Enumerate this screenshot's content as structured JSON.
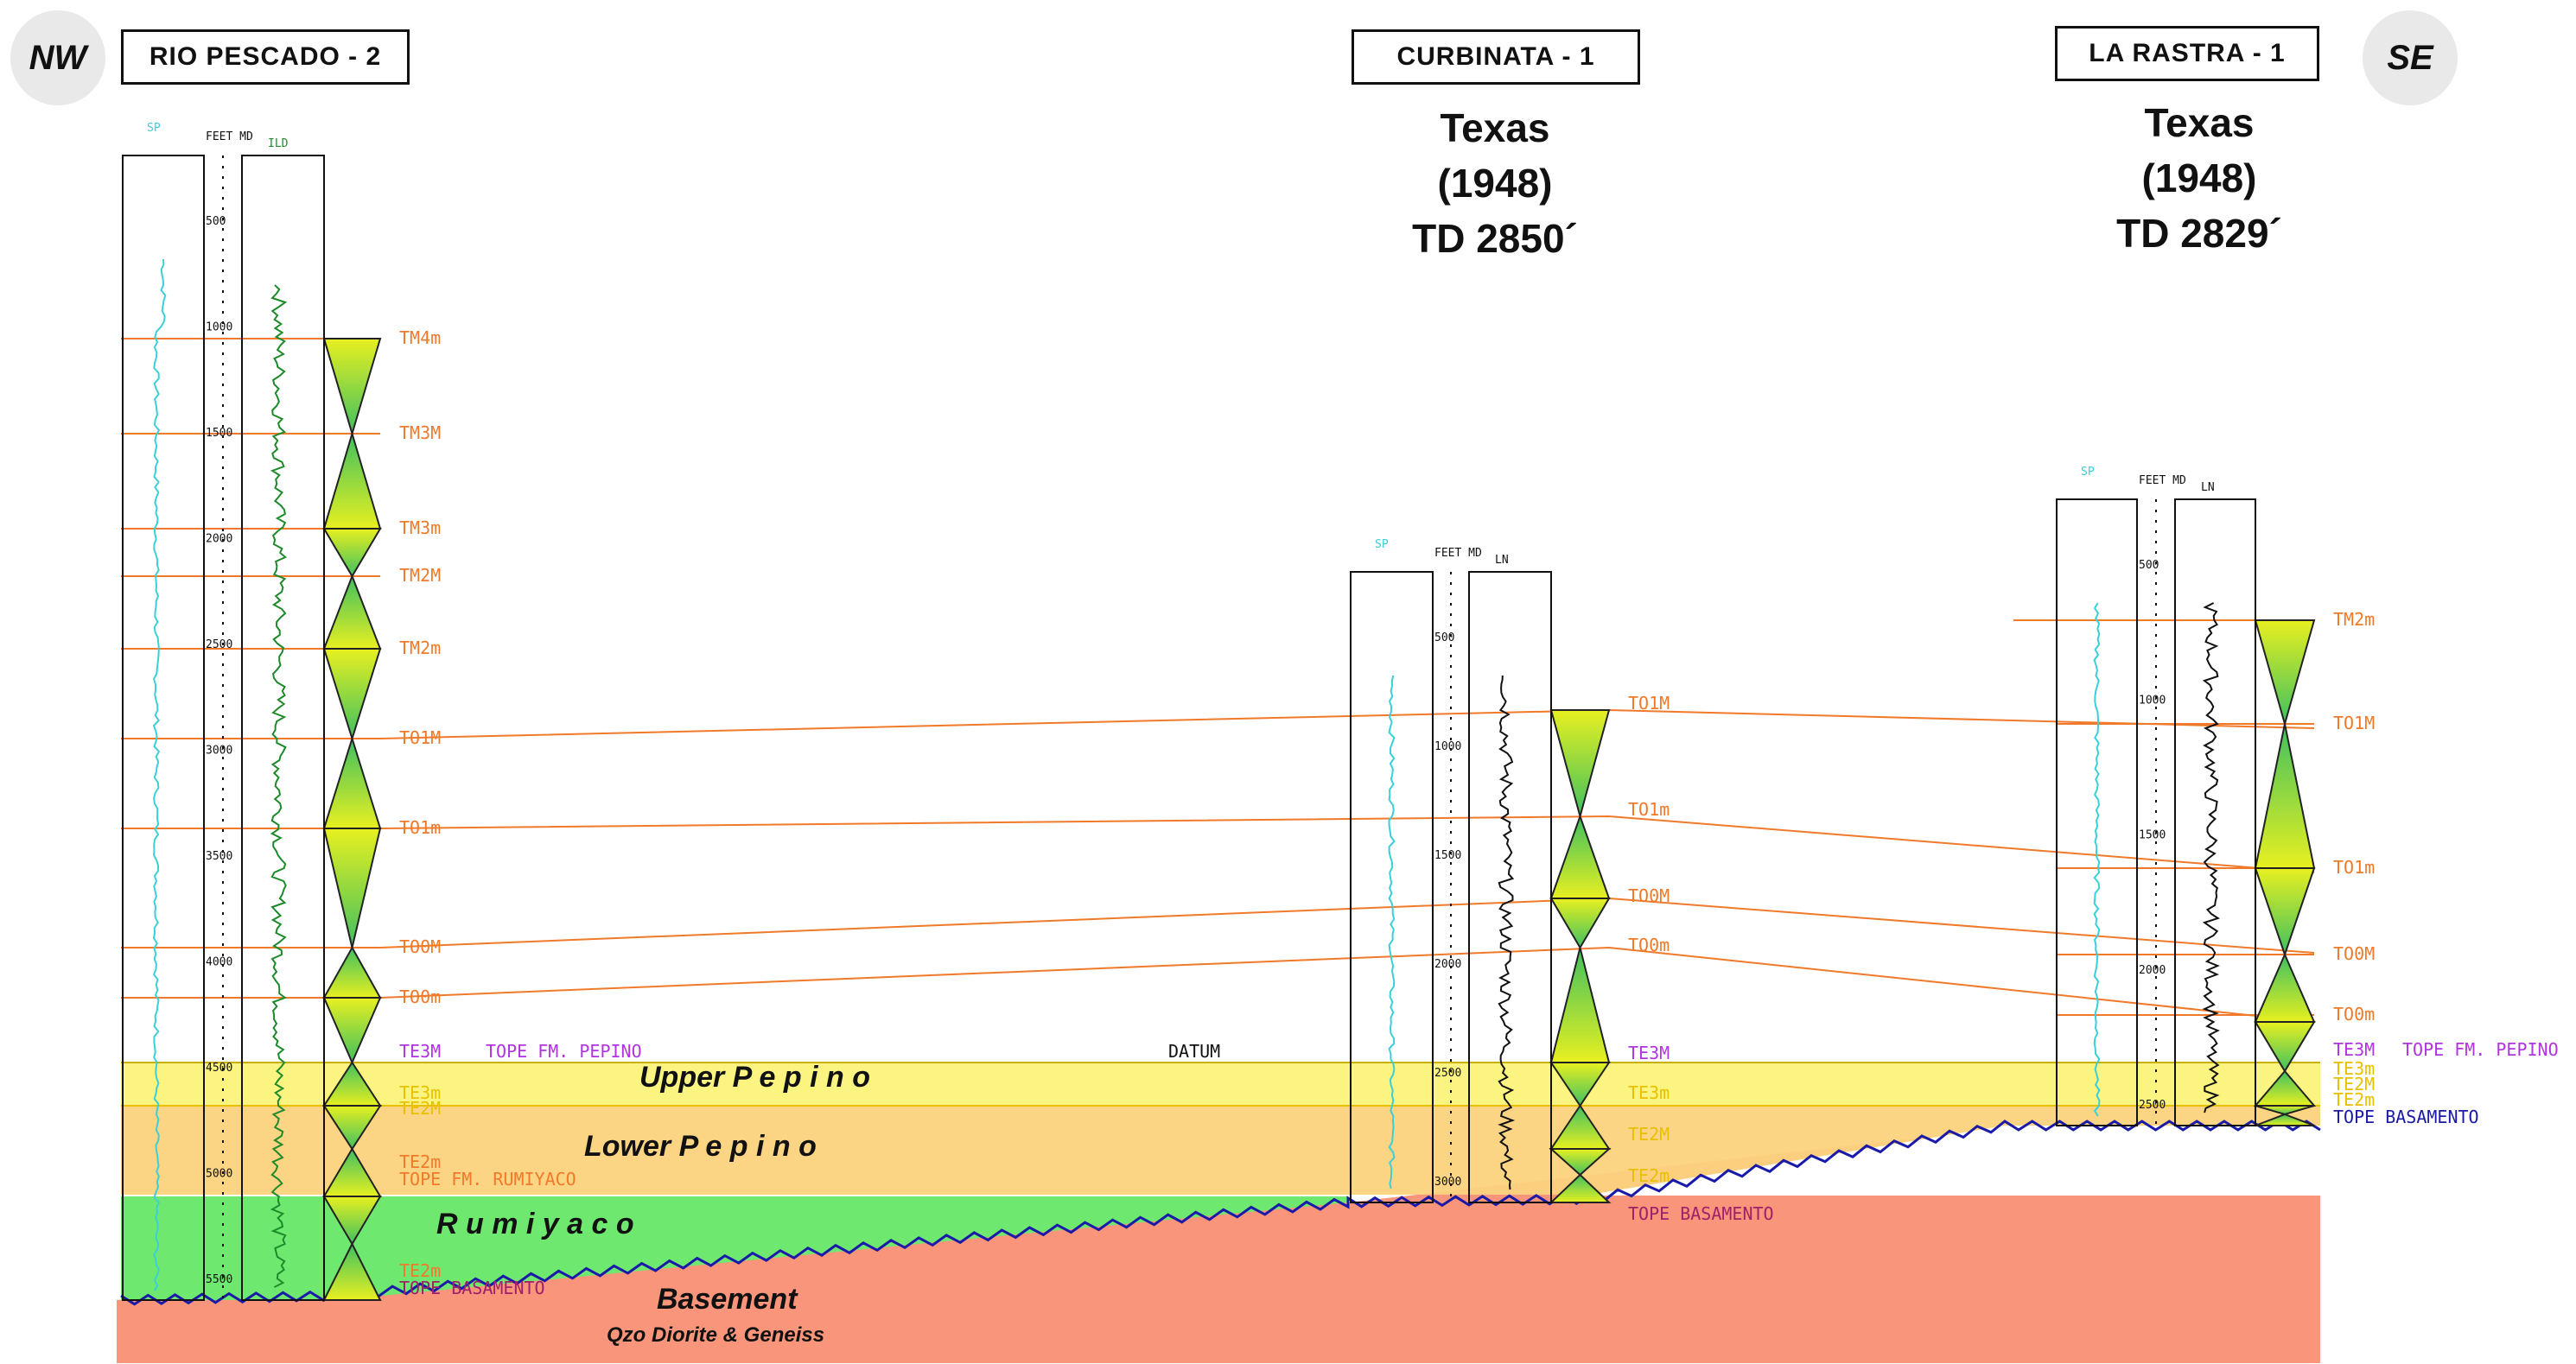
{
  "orientation": {
    "left": "NW",
    "right": "SE"
  },
  "wells": [
    {
      "name": "RIO PESCADO - 2",
      "contractor": "",
      "year": "",
      "td": "",
      "curve_labels": {
        "left": "SP",
        "track": "FEET MD",
        "right": "ILD"
      },
      "depths": [
        "500",
        "1000",
        "1500",
        "2000",
        "2500",
        "3000",
        "3500",
        "4000",
        "4500",
        "5000",
        "5500"
      ]
    },
    {
      "name": "CURBINATA - 1",
      "contractor": "Texas",
      "year": "(1948)",
      "td": "TD 2850´",
      "curve_labels": {
        "left": "SP",
        "track": "FEET MD",
        "right": "LN"
      },
      "depths": [
        "500",
        "1000",
        "1500",
        "2000",
        "2500",
        "3000"
      ]
    },
    {
      "name": "LA RASTRA - 1",
      "contractor": "Texas",
      "year": "(1948)",
      "td": "TD 2829´",
      "curve_labels": {
        "left": "SP",
        "track": "FEET MD",
        "right": "LN"
      },
      "depths": [
        "500",
        "1000",
        "1500",
        "2000",
        "2500"
      ]
    }
  ],
  "markers": {
    "TM4m": "TM4m",
    "TM3M": "TM3M",
    "TM3m": "TM3m",
    "TM2M": "TM2M",
    "TM2m": "TM2m",
    "TO1M": "TO1M",
    "TO1m": "TO1m",
    "TO0M": "TO0M",
    "TO0m": "TO0m",
    "TE3M": "TE3M",
    "TE3m": "TE3m",
    "TE2M": "TE2M",
    "TE2m": "TE2m"
  },
  "formation_tops": {
    "pepino": "TOPE FM. PEPINO",
    "rumiyaco": "TOPE FM. RUMIYACO",
    "basamento": "TOPE BASAMENTO",
    "datum": "DATUM"
  },
  "zones": {
    "upper_pepino": "Upper P e p i n o",
    "lower_pepino": "Lower P e p i n o",
    "rumiyaco": "R u m i y a c o",
    "basement": "Basement",
    "basement_sub": "Qzo Diorite & Geneiss"
  },
  "colors": {
    "upper_pepino": "#fbf37a",
    "lower_pepino": "#fbd27d",
    "rumiyaco": "#6fe86f",
    "basement": "#f8957a",
    "correlation": "#f07a2a",
    "marker_text": "#f07a2a",
    "pepino_text": "#b233e0",
    "basement_text": "#1a1aa8",
    "rumiyaco_text": "#a0206a",
    "sp_curve": "#3bd0d8",
    "ild_curve": "#1d8a2a",
    "ln_curve": "#111111"
  }
}
